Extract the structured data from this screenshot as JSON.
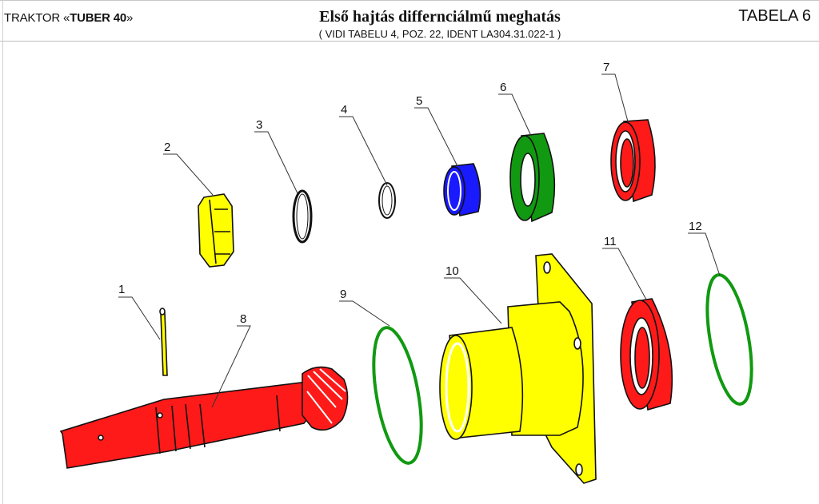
{
  "header": {
    "model_prefix": "TRAKTOR «",
    "model_name": "TUBER  40",
    "model_suffix": "»",
    "title": "Első hajtás differnciálmű meghatás",
    "subtitle": "( VIDI TABELU 4,  POZ. 22,   IDENT  LA304.31.022-1 )",
    "table_label": "TABELA 6"
  },
  "colors": {
    "yellow": "#ffff00",
    "red": "#ff1a1a",
    "blue": "#1a1aff",
    "green": "#119911",
    "outline": "#111111"
  },
  "parts": [
    {
      "num": "1",
      "name": "split-pin",
      "color": "yellow"
    },
    {
      "num": "2",
      "name": "castle-nut",
      "color": "yellow"
    },
    {
      "num": "3",
      "name": "washer",
      "color": "none"
    },
    {
      "num": "4",
      "name": "ring",
      "color": "none"
    },
    {
      "num": "5",
      "name": "spacer-bushing",
      "color": "blue"
    },
    {
      "num": "6",
      "name": "seal",
      "color": "green"
    },
    {
      "num": "7",
      "name": "bearing",
      "color": "red"
    },
    {
      "num": "8",
      "name": "pinion-shaft",
      "color": "red"
    },
    {
      "num": "9",
      "name": "o-ring",
      "color": "green"
    },
    {
      "num": "10",
      "name": "bearing-housing",
      "color": "yellow"
    },
    {
      "num": "11",
      "name": "bearing",
      "color": "red"
    },
    {
      "num": "12",
      "name": "o-ring",
      "color": "green"
    }
  ]
}
